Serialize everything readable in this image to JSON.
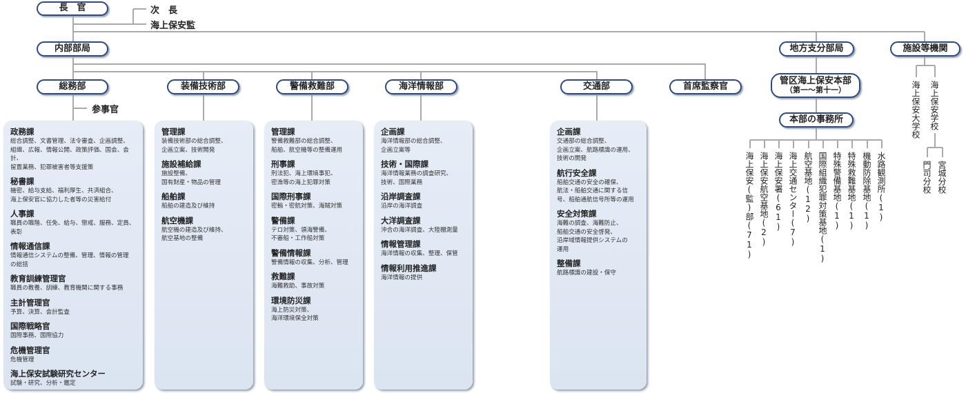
{
  "top": {
    "chief": "長　官",
    "vice_chief": "次　長",
    "commandant": "海上保安監",
    "internal": "内部部局",
    "councilor": "参事官",
    "regional": "地方支分部局",
    "facilities": "施設等機関"
  },
  "departments": [
    {
      "name": "総務部",
      "sections": [
        {
          "title": "政務課",
          "desc": "総合調整、文書管理、法令審査、企画調整、\n組織、広報、情報公開、政策評価、国会、会計、\n留置業務、犯罪被害者等支援策"
        },
        {
          "title": "秘書課",
          "desc": "機密、給与支給、福利厚生、共済組合、\n海上保安官に協力した者等の災害給付"
        },
        {
          "title": "人事課",
          "desc": "職員の職階、任免、給与、懲戒、服務、定員、表彰"
        },
        {
          "title": "情報通信課",
          "desc": "情報通信システムの整備、管理、情報の管理\nの総括"
        },
        {
          "title": "教育訓練管理官",
          "desc": "職員の教養、訓練、教育機関に関する事務"
        },
        {
          "title": "主計管理官",
          "desc": "予算、決算、会計監査"
        },
        {
          "title": "国際戦略官",
          "desc": "国際事務、国際協力"
        },
        {
          "title": "危機管理官",
          "desc": "危機管理"
        },
        {
          "title": "海上保安試験研究センター",
          "desc": "試験・研究、分析・鑑定"
        }
      ]
    },
    {
      "name": "装備技術部",
      "sections": [
        {
          "title": "管理課",
          "desc": "装備技術部の総合調整、\n企画立案、技術開発"
        },
        {
          "title": "施設補給課",
          "desc": "施設整備、\n国有財産・物品の管理"
        },
        {
          "title": "船舶課",
          "desc": "船舶の建造及び維持"
        },
        {
          "title": "航空機課",
          "desc": "航空機の建造及び維持、\n航空基地の整備"
        }
      ]
    },
    {
      "name": "警備救難部",
      "sections": [
        {
          "title": "管理課",
          "desc": "警備救難部の総合調整、\n船舶、航空機等の整備運用"
        },
        {
          "title": "刑事課",
          "desc": "刑法犯、海上環境事犯、\n密漁等の海上犯罪対策"
        },
        {
          "title": "国際刑事課",
          "desc": "密輸・密航対策、海賊対策"
        },
        {
          "title": "警備課",
          "desc": "テロ対策、領海警備、\n不審船・工作船対策"
        },
        {
          "title": "警備情報課",
          "desc": "警備情報の収集、分析、管理"
        },
        {
          "title": "救難課",
          "desc": "海難救助、事故対策"
        },
        {
          "title": "環境防災課",
          "desc": "海上防災対策、\n海洋環境保全対策"
        }
      ]
    },
    {
      "name": "海洋情報部",
      "sections": [
        {
          "title": "企画課",
          "desc": "海洋情報部の総合調整、\n企画立案等"
        },
        {
          "title": "技術・国際課",
          "desc": "海洋情報業務の調査研究、\n技術、国際業務"
        },
        {
          "title": "沿岸調査課",
          "desc": "沿岸の海洋調査"
        },
        {
          "title": "大洋調査課",
          "desc": "沖合の海洋調査、大陸棚測量"
        },
        {
          "title": "情報管理課",
          "desc": "海洋情報の収集、整理、保管"
        },
        {
          "title": "情報利用推進課",
          "desc": "海洋情報の提供"
        }
      ]
    },
    {
      "name": "交通部",
      "sections": [
        {
          "title": "企画課",
          "desc": "交通部の総合調整、\n企画立案、航路標識の運用、\n技術の開発"
        },
        {
          "title": "航行安全課",
          "desc": "船舶交通の安全の確保、\n航法・船舶交通に関する信\n号、船舶通航信号所等の運用"
        },
        {
          "title": "安全対策課",
          "desc": "海難の調査、海難防止、\n船舶交通の安全啓発、\n沿岸域情報提供システムの\n運用"
        },
        {
          "title": "整備課",
          "desc": "航路標識の建設・保守"
        }
      ]
    },
    {
      "name": "首席監察官",
      "sections": []
    }
  ],
  "regional": {
    "hq": "管区海上保安本部",
    "hq_sub": "（第一～第十一）",
    "offices_label": "本部の事務所",
    "offices": [
      "海上保安(監)部(71)",
      "海上保安航空基地(2)",
      "海上保安署(61)",
      "海上交通センター(7)",
      "航空基地(12)",
      "国際組織犯罪対策基地(1)",
      "特殊警備基地(1)",
      "特殊救難基地(1)",
      "機動防除基地(1)",
      "水路観測所(1)"
    ]
  },
  "facilities": {
    "academy": "海上保安大学校",
    "school": "海上保安学校",
    "branches": [
      "門司分校",
      "宮城分校"
    ]
  }
}
